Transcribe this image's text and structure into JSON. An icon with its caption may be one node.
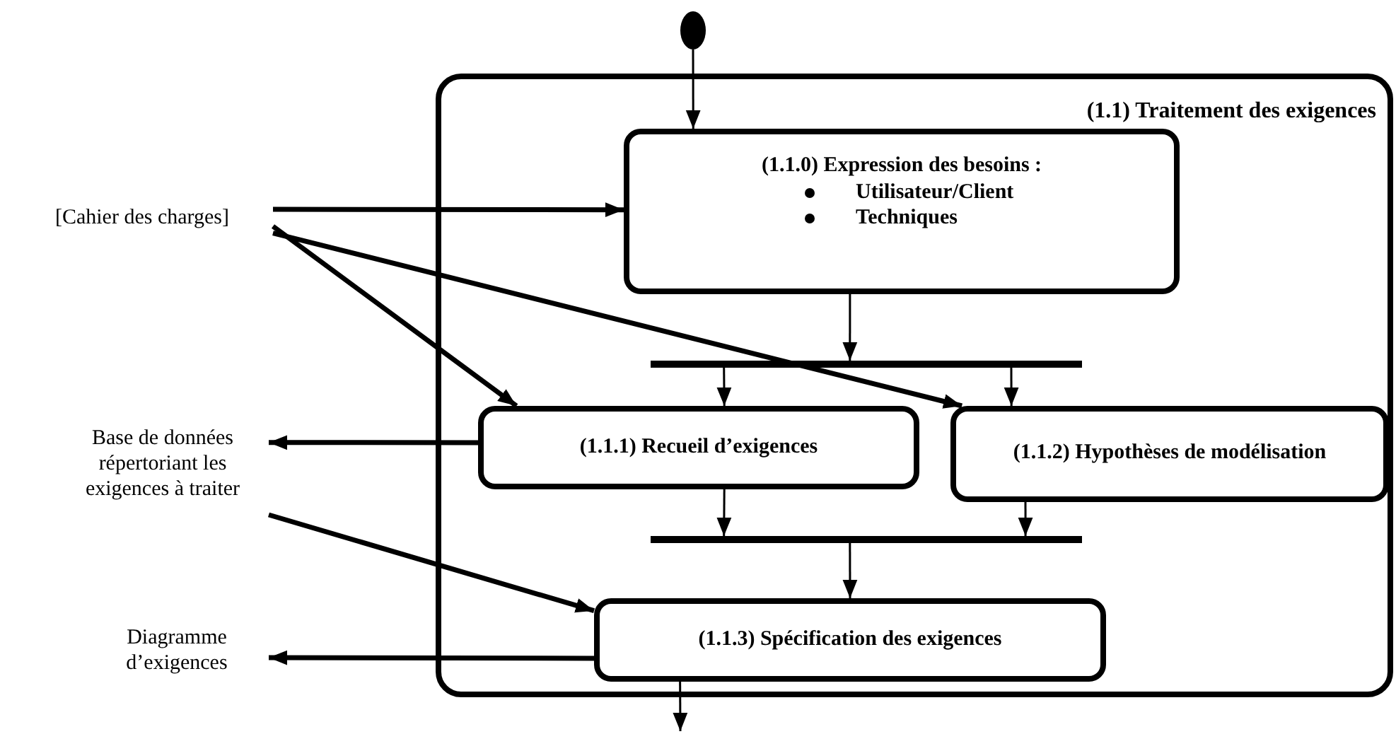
{
  "diagram": {
    "nodes": [
      {
        "text": [],
        "shape": "circle"
      },
      {
        "text": [
          "(1.1) Traitement des exigences"
        ]
      },
      {
        "text": [
          "(1.1.0) Expression des besoins :",
          "Utilisateur/Client",
          "Techniques"
        ],
        "in": 1
      },
      {
        "text": [],
        "shape": "bar",
        "in": 1
      },
      {
        "text": [
          "(1.1.1) Recueil d’exigences"
        ],
        "in": 1
      },
      {
        "text": [
          "(1.1.2) Hypothèses de modélisation"
        ],
        "in": 1
      },
      {
        "text": [],
        "shape": "bar",
        "in": 1
      },
      {
        "text": [
          "(1.1.3) Spécification des exigences"
        ],
        "in": 1
      },
      {
        "text": [
          "[Cahier des charges]"
        ]
      },
      {
        "text": [
          "Base de données répertoriant les exigences à traiter"
        ]
      },
      {
        "text": [
          "Diagramme d’exigences"
        ]
      }
    ],
    "edges": [
      {
        "from": 0,
        "to": 2,
        "arrow": "to"
      },
      {
        "from": 8,
        "to": 2,
        "arrow": "to",
        "style": "thick"
      },
      {
        "from": 8,
        "to": 4,
        "arrow": "to",
        "style": "thick"
      },
      {
        "from": 8,
        "to": 5,
        "arrow": "to",
        "style": "thick"
      },
      {
        "from": 2,
        "to": 3,
        "arrow": "to"
      },
      {
        "from": 3,
        "to": 4,
        "arrow": "to"
      },
      {
        "from": 3,
        "to": 5,
        "arrow": "to"
      },
      {
        "from": 4,
        "to": 6,
        "arrow": "to"
      },
      {
        "from": 5,
        "to": 6,
        "arrow": "to"
      },
      {
        "from": 6,
        "to": 7,
        "arrow": "to"
      },
      {
        "from": 4,
        "to": 9,
        "arrow": "to",
        "style": "thick"
      },
      {
        "from": 9,
        "to": 7,
        "arrow": "to",
        "style": "thick"
      },
      {
        "from": 7,
        "to": 10,
        "arrow": "to",
        "style": "thick"
      },
      {
        "from": 7,
        "to": null,
        "arrow": "to"
      }
    ]
  }
}
